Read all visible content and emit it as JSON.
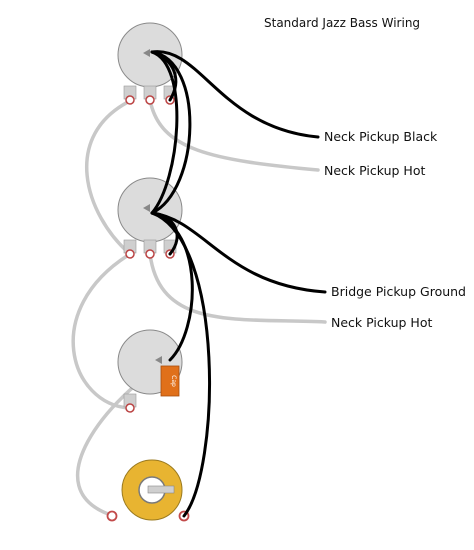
{
  "title": "Standard Jazz Bass Wiring",
  "labels": {
    "neck_black": "Neck Pickup Black",
    "neck_hot_1": "Neck Pickup Hot",
    "bridge_ground": "Bridge Pickup Ground",
    "neck_hot_2": "Neck Pickup Hot"
  },
  "capacitor_text": "Cap",
  "colors": {
    "pot_body": "#dcdcdc",
    "pot_outline": "#8a8a8a",
    "ground_wire": "#000000",
    "hot_wire": "#c8c8c8",
    "capacitor": "#e0701a",
    "lug_ring": "#c24a4a",
    "jack_body": "#e8b431"
  },
  "components": [
    "volume-pot-neck",
    "volume-pot-bridge",
    "tone-pot",
    "tone-capacitor",
    "output-jack"
  ]
}
